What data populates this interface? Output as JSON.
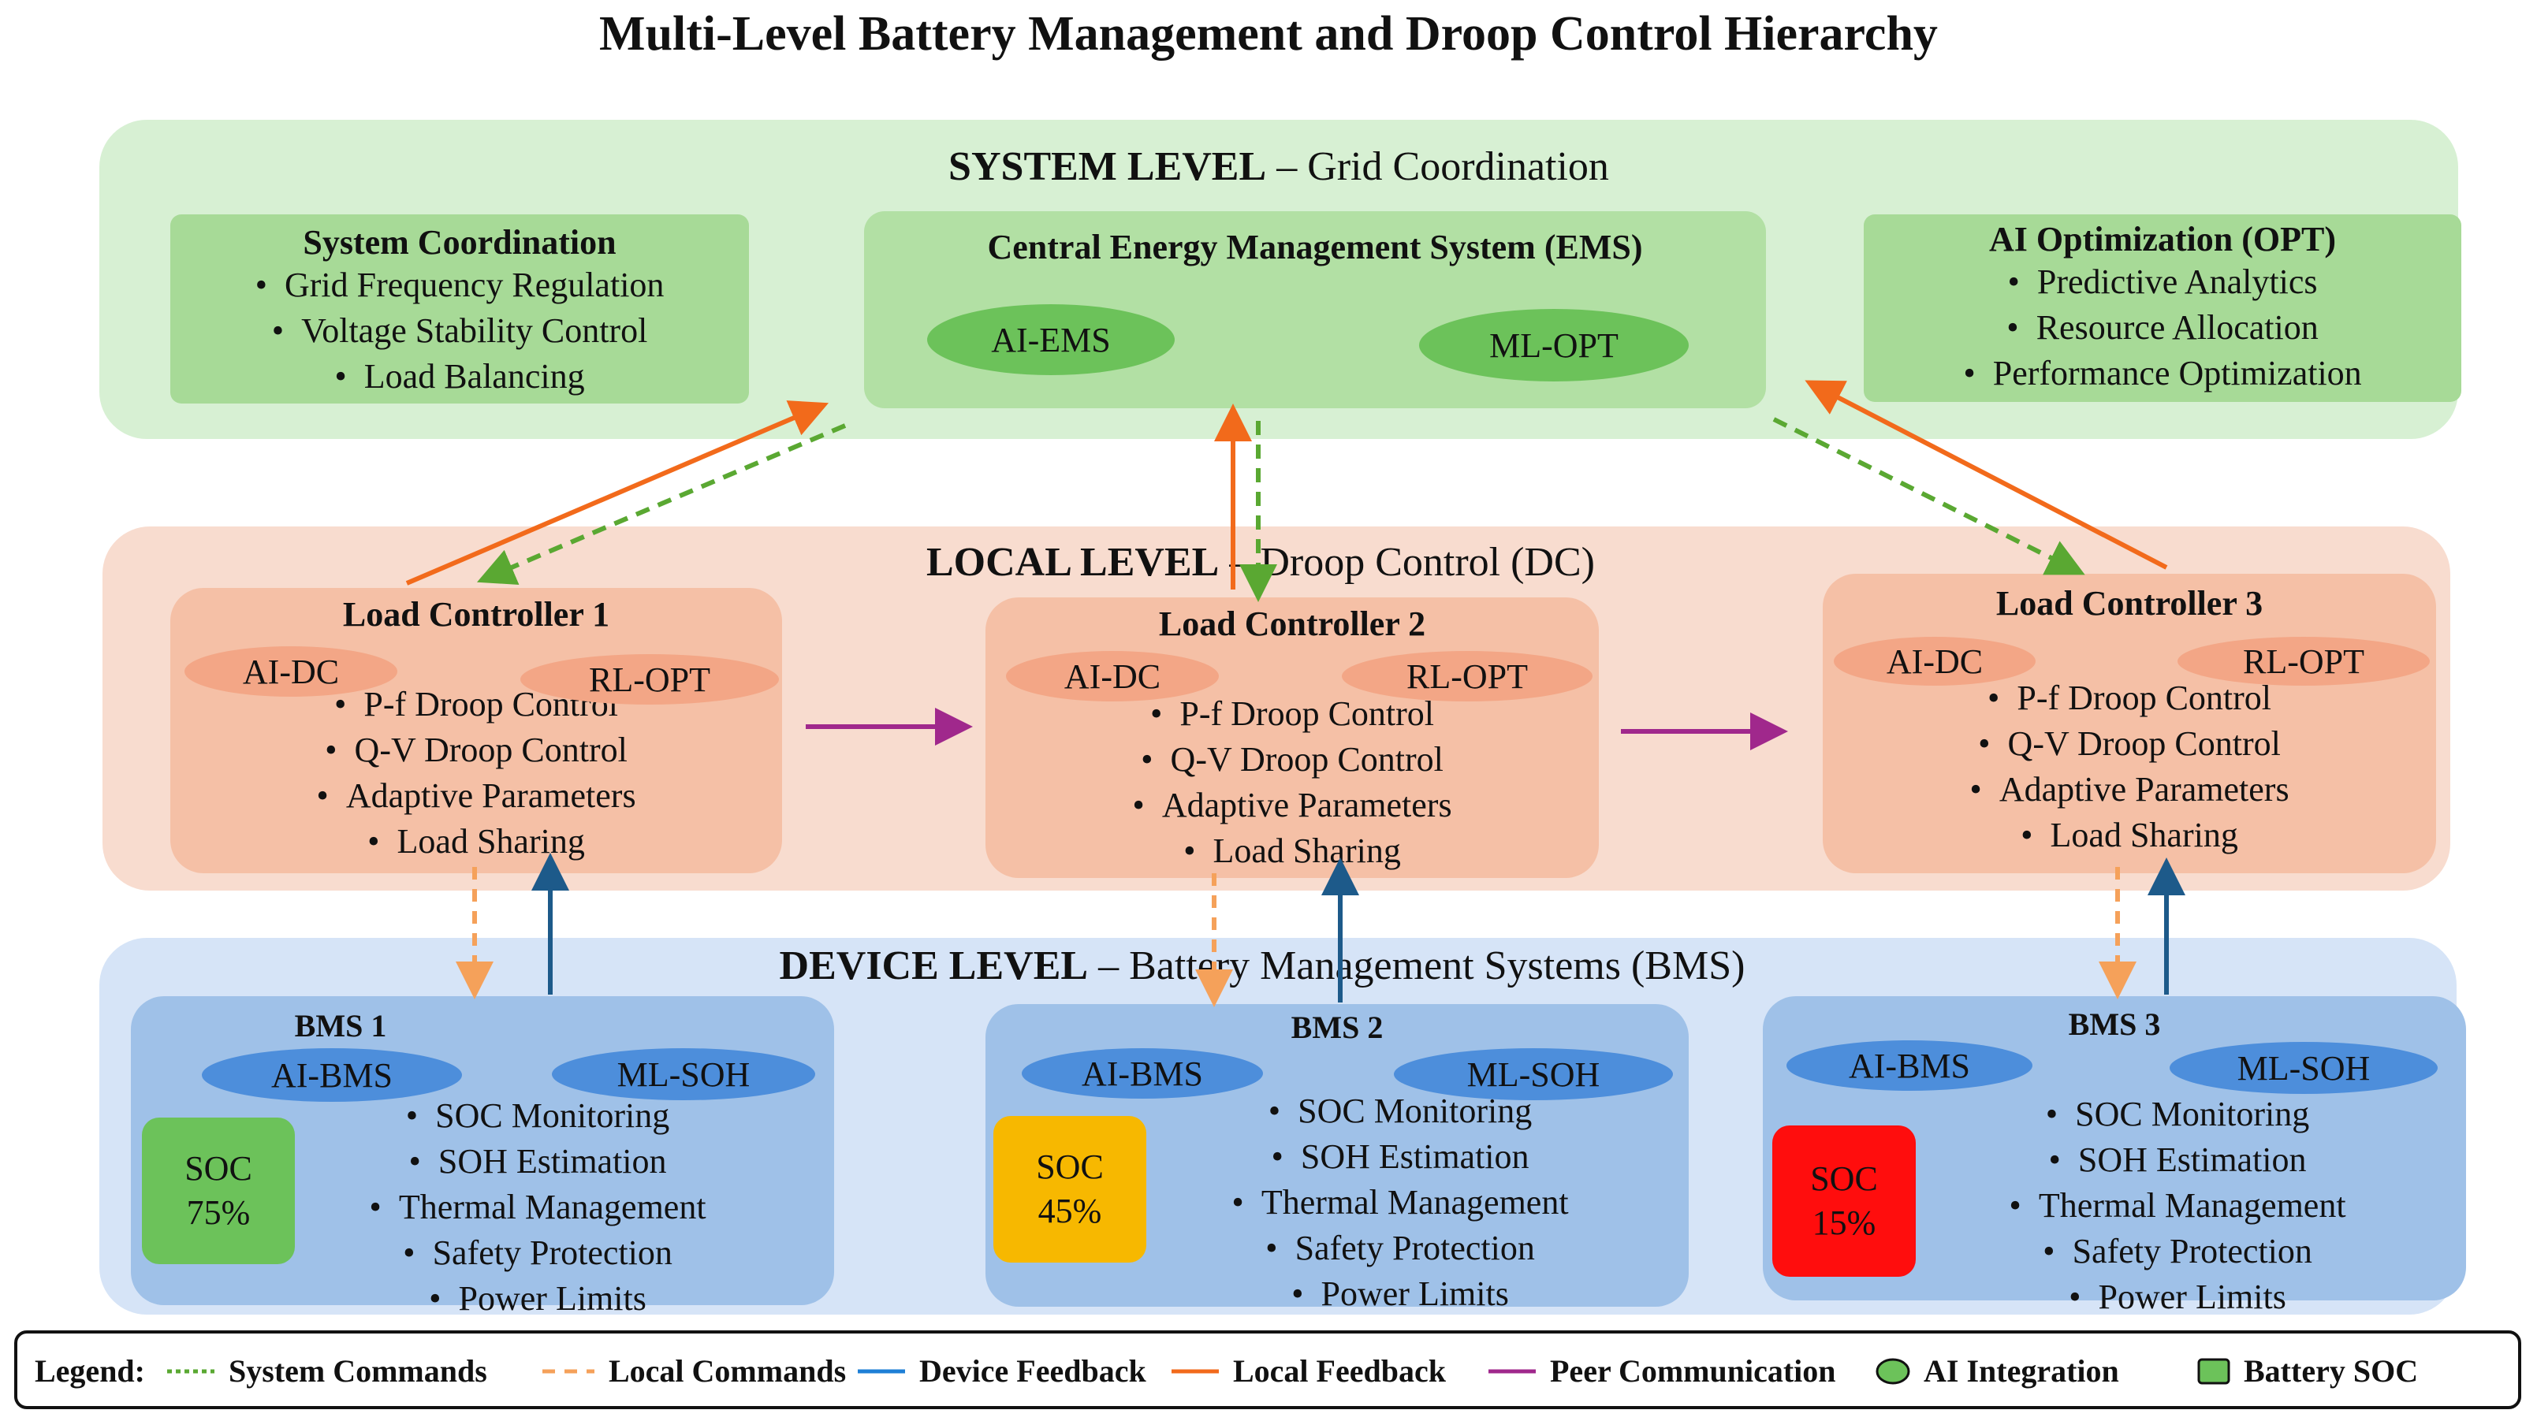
{
  "title": "Multi-Level Battery Management and Droop Control Hierarchy",
  "system_level": {
    "title_bold": "SYSTEM LEVEL",
    "title_rest": " – Grid Coordination",
    "coordination": {
      "title": "System Coordination",
      "items": [
        "Grid Frequency Regulation",
        "Voltage Stability Control",
        "Load Balancing"
      ]
    },
    "ems": {
      "title": "Central Energy Management System (EMS)",
      "chips": [
        "AI-EMS",
        "ML-OPT"
      ]
    },
    "optimization": {
      "title": "AI Optimization (OPT)",
      "items": [
        "Predictive Analytics",
        "Resource Allocation",
        "Performance Optimization"
      ]
    }
  },
  "local_level": {
    "title_bold": "LOCAL LEVEL",
    "title_rest": " – Droop Control (DC)",
    "controllers": [
      {
        "title": "Load Controller 1",
        "chips": [
          "AI-DC",
          "RL-OPT"
        ],
        "items": [
          "P-f Droop Control",
          "Q-V Droop Control",
          "Adaptive Parameters",
          "Load Sharing"
        ]
      },
      {
        "title": "Load Controller 2",
        "chips": [
          "AI-DC",
          "RL-OPT"
        ],
        "items": [
          "P-f Droop Control",
          "Q-V Droop Control",
          "Adaptive Parameters",
          "Load Sharing"
        ]
      },
      {
        "title": "Load Controller 3",
        "chips": [
          "AI-DC",
          "RL-OPT"
        ],
        "items": [
          "P-f Droop Control",
          "Q-V Droop Control",
          "Adaptive Parameters",
          "Load Sharing"
        ]
      }
    ]
  },
  "device_level": {
    "title_bold": "DEVICE LEVEL",
    "title_rest": " – Battery Management Systems (BMS)",
    "bms": [
      {
        "title": "BMS 1",
        "chips": [
          "AI-BMS",
          "ML-SOH"
        ],
        "soc_label": "SOC",
        "soc_value": "75%",
        "soc_color": "#6cc25a",
        "items": [
          "SOC Monitoring",
          "SOH Estimation",
          "Thermal Management",
          "Safety Protection",
          "Power Limits"
        ]
      },
      {
        "title": "BMS 2",
        "chips": [
          "AI-BMS",
          "ML-SOH"
        ],
        "soc_label": "SOC",
        "soc_value": "45%",
        "soc_color": "#f7b800",
        "items": [
          "SOC Monitoring",
          "SOH Estimation",
          "Thermal Management",
          "Safety Protection",
          "Power Limits"
        ]
      },
      {
        "title": "BMS 3",
        "chips": [
          "AI-BMS",
          "ML-SOH"
        ],
        "soc_label": "SOC",
        "soc_value": "15%",
        "soc_color": "#ff0d0d",
        "items": [
          "SOC Monitoring",
          "SOH Estimation",
          "Thermal Management",
          "Safety Protection",
          "Power Limits"
        ]
      }
    ]
  },
  "legend": {
    "label": "Legend:",
    "items": [
      {
        "label": "System Commands",
        "color": "#5aa832",
        "style": "dashed"
      },
      {
        "label": "Local Commands",
        "color": "#f5a15a",
        "style": "dashed"
      },
      {
        "label": "Device Feedback",
        "color": "#1e7fd6",
        "style": "solid"
      },
      {
        "label": "Local Feedback",
        "color": "#f26a1b",
        "style": "solid"
      },
      {
        "label": "Peer Communication",
        "color": "#a0288c",
        "style": "solid"
      },
      {
        "label": "AI Integration",
        "color": "#6cc25a",
        "style": "ellipse"
      },
      {
        "label": "Battery SOC",
        "color": "#6cc25a",
        "style": "square"
      }
    ]
  },
  "colors": {
    "system_command": "#5aa832",
    "local_command": "#f5a15a",
    "device_feedback": "#1d5a8a",
    "local_feedback": "#f26a1b",
    "peer": "#a0288c"
  }
}
